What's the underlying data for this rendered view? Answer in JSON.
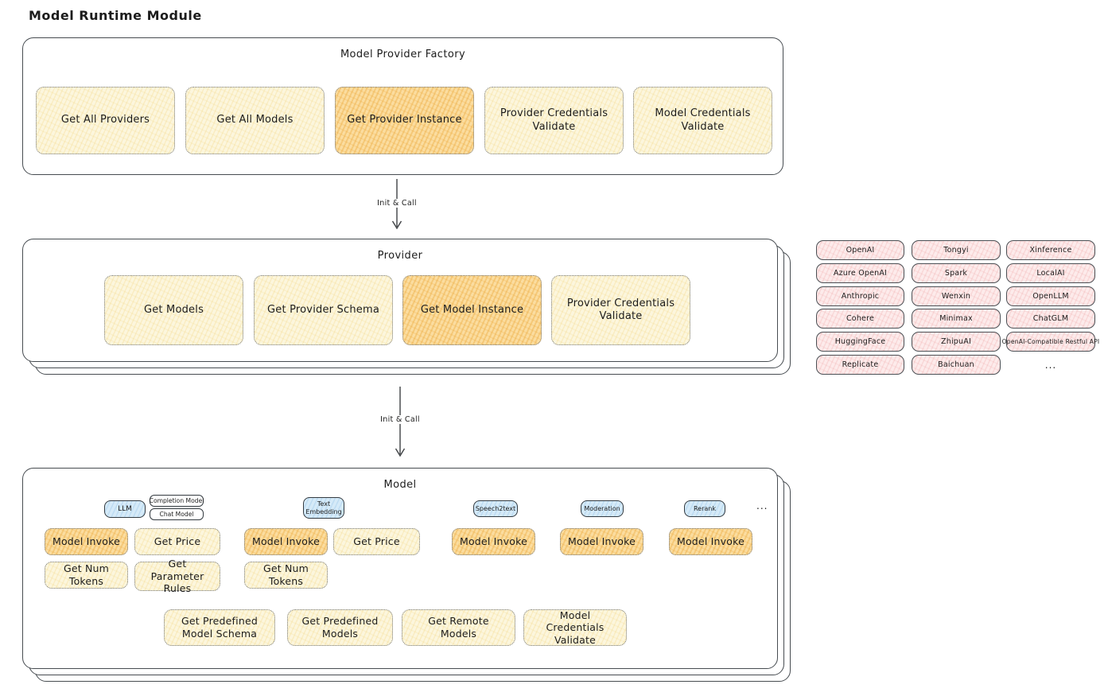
{
  "page": {
    "title": "Model Runtime Module"
  },
  "colors": {
    "box_yellow": "#fcf6dd",
    "box_yellow_highlight": "#fbdda0",
    "box_pink": "#fdebeb",
    "tag_blue": "#d5eaf8",
    "border_dark": "#474c51"
  },
  "factory": {
    "title": "Model Provider Factory",
    "boxes": [
      {
        "label": "Get All Providers",
        "highlighted": false
      },
      {
        "label": "Get All Models",
        "highlighted": false
      },
      {
        "label": "Get Provider Instance",
        "highlighted": true
      },
      {
        "label": "Provider Credentials Validate",
        "highlighted": false
      },
      {
        "label": "Model Credentials Validate",
        "highlighted": false
      }
    ]
  },
  "arrows": [
    {
      "label": "Init & Call"
    },
    {
      "label": "Init & Call"
    }
  ],
  "provider": {
    "title": "Provider",
    "boxes": [
      {
        "label": "Get Models",
        "highlighted": false
      },
      {
        "label": "Get Provider Schema",
        "highlighted": false
      },
      {
        "label": "Get Model Instance",
        "highlighted": true
      },
      {
        "label": "Provider Credentials Validate",
        "highlighted": false
      }
    ]
  },
  "provider_list": {
    "columns": [
      [
        "OpenAI",
        "Azure OpenAI",
        "Anthropic",
        "Cohere",
        "HuggingFace",
        "Replicate"
      ],
      [
        "Tongyi",
        "Spark",
        "Wenxin",
        "Minimax",
        "ZhipuAI",
        "Baichuan"
      ],
      [
        "Xinference",
        "LocalAI",
        "OpenLLM",
        "ChatGLM",
        "OpenAI-Compatible Restful API"
      ]
    ],
    "more_label": "..."
  },
  "model": {
    "title": "Model",
    "more_label": "...",
    "groups": [
      {
        "tag": "LLM",
        "sub_tags": [
          "Completion Model",
          "Chat Model"
        ],
        "boxes": [
          {
            "label": "Model Invoke",
            "highlighted": true
          },
          {
            "label": "Get Price",
            "highlighted": false
          },
          {
            "label": "Get Num Tokens",
            "highlighted": false
          },
          {
            "label": "Get Parameter Rules",
            "highlighted": false
          }
        ]
      },
      {
        "tag": "Text Embedding",
        "sub_tags": [],
        "boxes": [
          {
            "label": "Model Invoke",
            "highlighted": true
          },
          {
            "label": "Get Price",
            "highlighted": false
          },
          {
            "label": "Get Num Tokens",
            "highlighted": false
          }
        ]
      },
      {
        "tag": "Speech2text",
        "sub_tags": [],
        "boxes": [
          {
            "label": "Model Invoke",
            "highlighted": true
          }
        ]
      },
      {
        "tag": "Moderation",
        "sub_tags": [],
        "boxes": [
          {
            "label": "Model Invoke",
            "highlighted": true
          }
        ]
      },
      {
        "tag": "Rerank",
        "sub_tags": [],
        "boxes": [
          {
            "label": "Model Invoke",
            "highlighted": true
          }
        ]
      }
    ],
    "bottom_boxes": [
      {
        "label": "Get Predefined Model Schema"
      },
      {
        "label": "Get Predefined Models"
      },
      {
        "label": "Get Remote Models"
      },
      {
        "label": "Model Credentials Validate"
      }
    ]
  }
}
